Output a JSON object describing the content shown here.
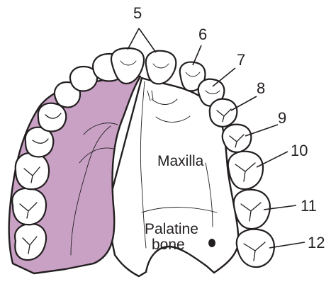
{
  "colors": {
    "highlight_fill": "#c9a1c5",
    "line": "#231f20",
    "background": "#ffffff"
  },
  "labels": {
    "tooth_5": "5",
    "tooth_6": "6",
    "tooth_7": "7",
    "tooth_8": "8",
    "tooth_9": "9",
    "tooth_10": "10",
    "tooth_11": "11",
    "tooth_12": "12",
    "maxilla": "Maxilla",
    "palatine_line1": "Palatine",
    "palatine_line2": "bone"
  }
}
